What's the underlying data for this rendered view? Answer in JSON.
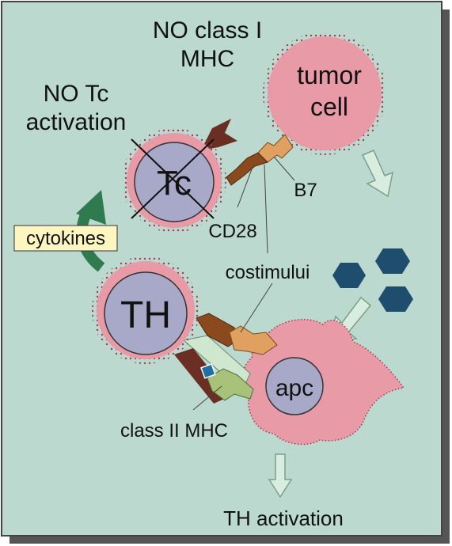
{
  "labels": {
    "no_class_i_line1": "NO class I",
    "no_class_i_line2": "MHC",
    "no_tc_line1": "NO Tc",
    "no_tc_line2": "activation",
    "tumor_line1": "tumor",
    "tumor_line2": "cell",
    "tc": "Tc",
    "b7": "B7",
    "cd28": "CD28",
    "cytokines": "cytokines",
    "costimului": "costimului",
    "th": "TH",
    "apc": "apc",
    "class_ii_mhc": "class II MHC",
    "th_activation": "TH activation"
  },
  "colors": {
    "background": "#bcd9d0",
    "cell_pink": "#e89aa6",
    "nucleus": "#a8a8c8",
    "receptor_brown": "#8a4a1e",
    "b7_orange": "#e0a060",
    "cytokine_arrow": "#2f7a4e",
    "antigen_blue": "#1e4d6e",
    "cytokines_box": "#fdf6c0"
  }
}
